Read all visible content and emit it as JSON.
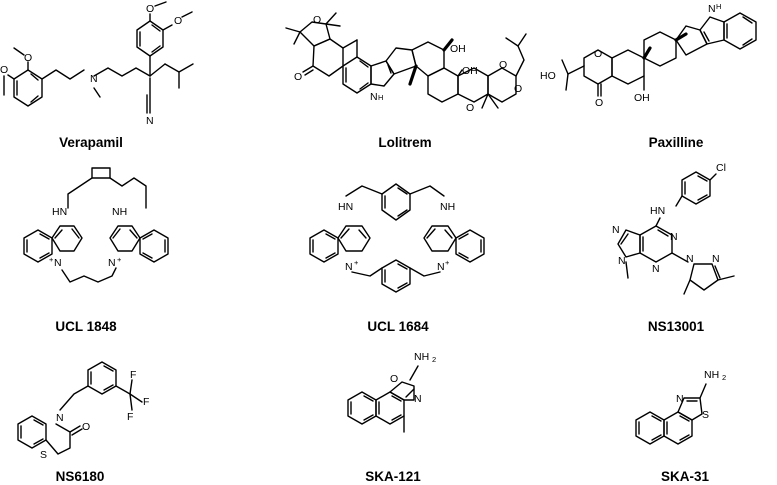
{
  "compounds": [
    {
      "name": "Verapamil"
    },
    {
      "name": "Lolitrem"
    },
    {
      "name": "Paxilline"
    },
    {
      "name": "UCL 1848"
    },
    {
      "name": "UCL 1684"
    },
    {
      "name": "NS13001"
    },
    {
      "name": "NS6180"
    },
    {
      "name": "SKA-121"
    },
    {
      "name": "SKA-31"
    }
  ],
  "atoms": {
    "O": "O",
    "N": "N",
    "S": "S",
    "Cl": "Cl",
    "F": "F",
    "NH": "NH",
    "HN": "HN",
    "H": "H",
    "OH": "OH",
    "HO": "HO",
    "NH2": "NH",
    "sub2": "2",
    "plus": "+"
  }
}
